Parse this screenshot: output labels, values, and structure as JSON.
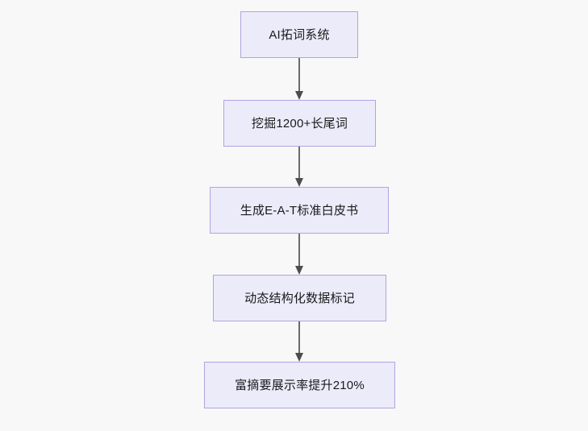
{
  "diagram": {
    "type": "flowchart",
    "direction": "top-down",
    "background_color": "#f8f8f8",
    "node_fill_color": "#ecebfa",
    "node_border_color": "#b2a3e0",
    "node_text_color": "#1a1a1a",
    "edge_color": "#6b6b6b",
    "nodes": [
      {
        "id": "n1",
        "label": "AI拓词系统"
      },
      {
        "id": "n2",
        "label": "挖掘1200+长尾词"
      },
      {
        "id": "n3",
        "label": "生成E-A-T标准白皮书"
      },
      {
        "id": "n4",
        "label": "动态结构化数据标记"
      },
      {
        "id": "n5",
        "label": "富摘要展示率提升210%"
      }
    ],
    "edges": [
      {
        "from": "n1",
        "to": "n2",
        "label": ""
      },
      {
        "from": "n2",
        "to": "n3",
        "label": ""
      },
      {
        "from": "n3",
        "to": "n4",
        "label": ""
      },
      {
        "from": "n4",
        "to": "n5",
        "label": ""
      }
    ]
  }
}
